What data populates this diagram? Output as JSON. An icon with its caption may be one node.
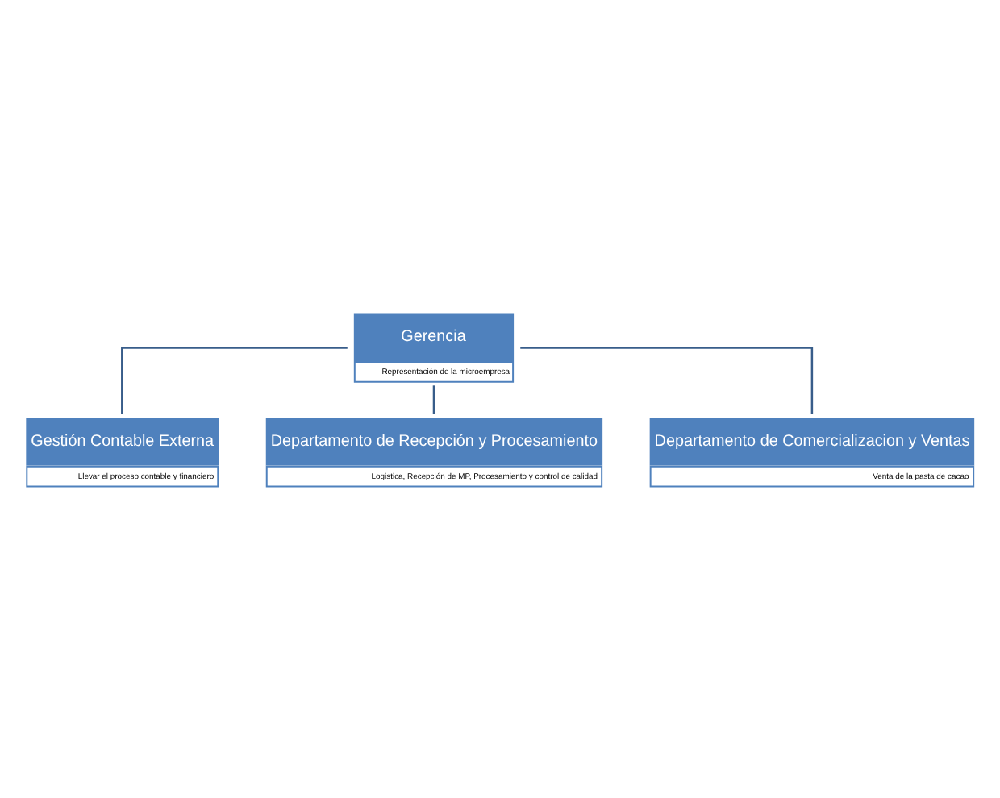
{
  "diagram": {
    "nodes": [
      {
        "text": [
          "Gerencia",
          "Representación de la microempresa"
        ]
      },
      {
        "text": [
          "Gestión Contable Externa",
          "Llevar el proceso contable y financiero"
        ]
      },
      {
        "text": [
          "Departamento de Recepción y Procesamiento",
          "Logistica, Recepción de MP, Procesamiento y control de calidad"
        ]
      },
      {
        "text": [
          "Departamento de Comercializacion y Ventas",
          "Venta de la pasta de cacao"
        ]
      }
    ],
    "edges": [
      {
        "from": 0,
        "to": 1,
        "arrow": "none"
      },
      {
        "from": 0,
        "to": 2,
        "arrow": "none"
      },
      {
        "from": 0,
        "to": 3,
        "arrow": "none"
      }
    ]
  }
}
